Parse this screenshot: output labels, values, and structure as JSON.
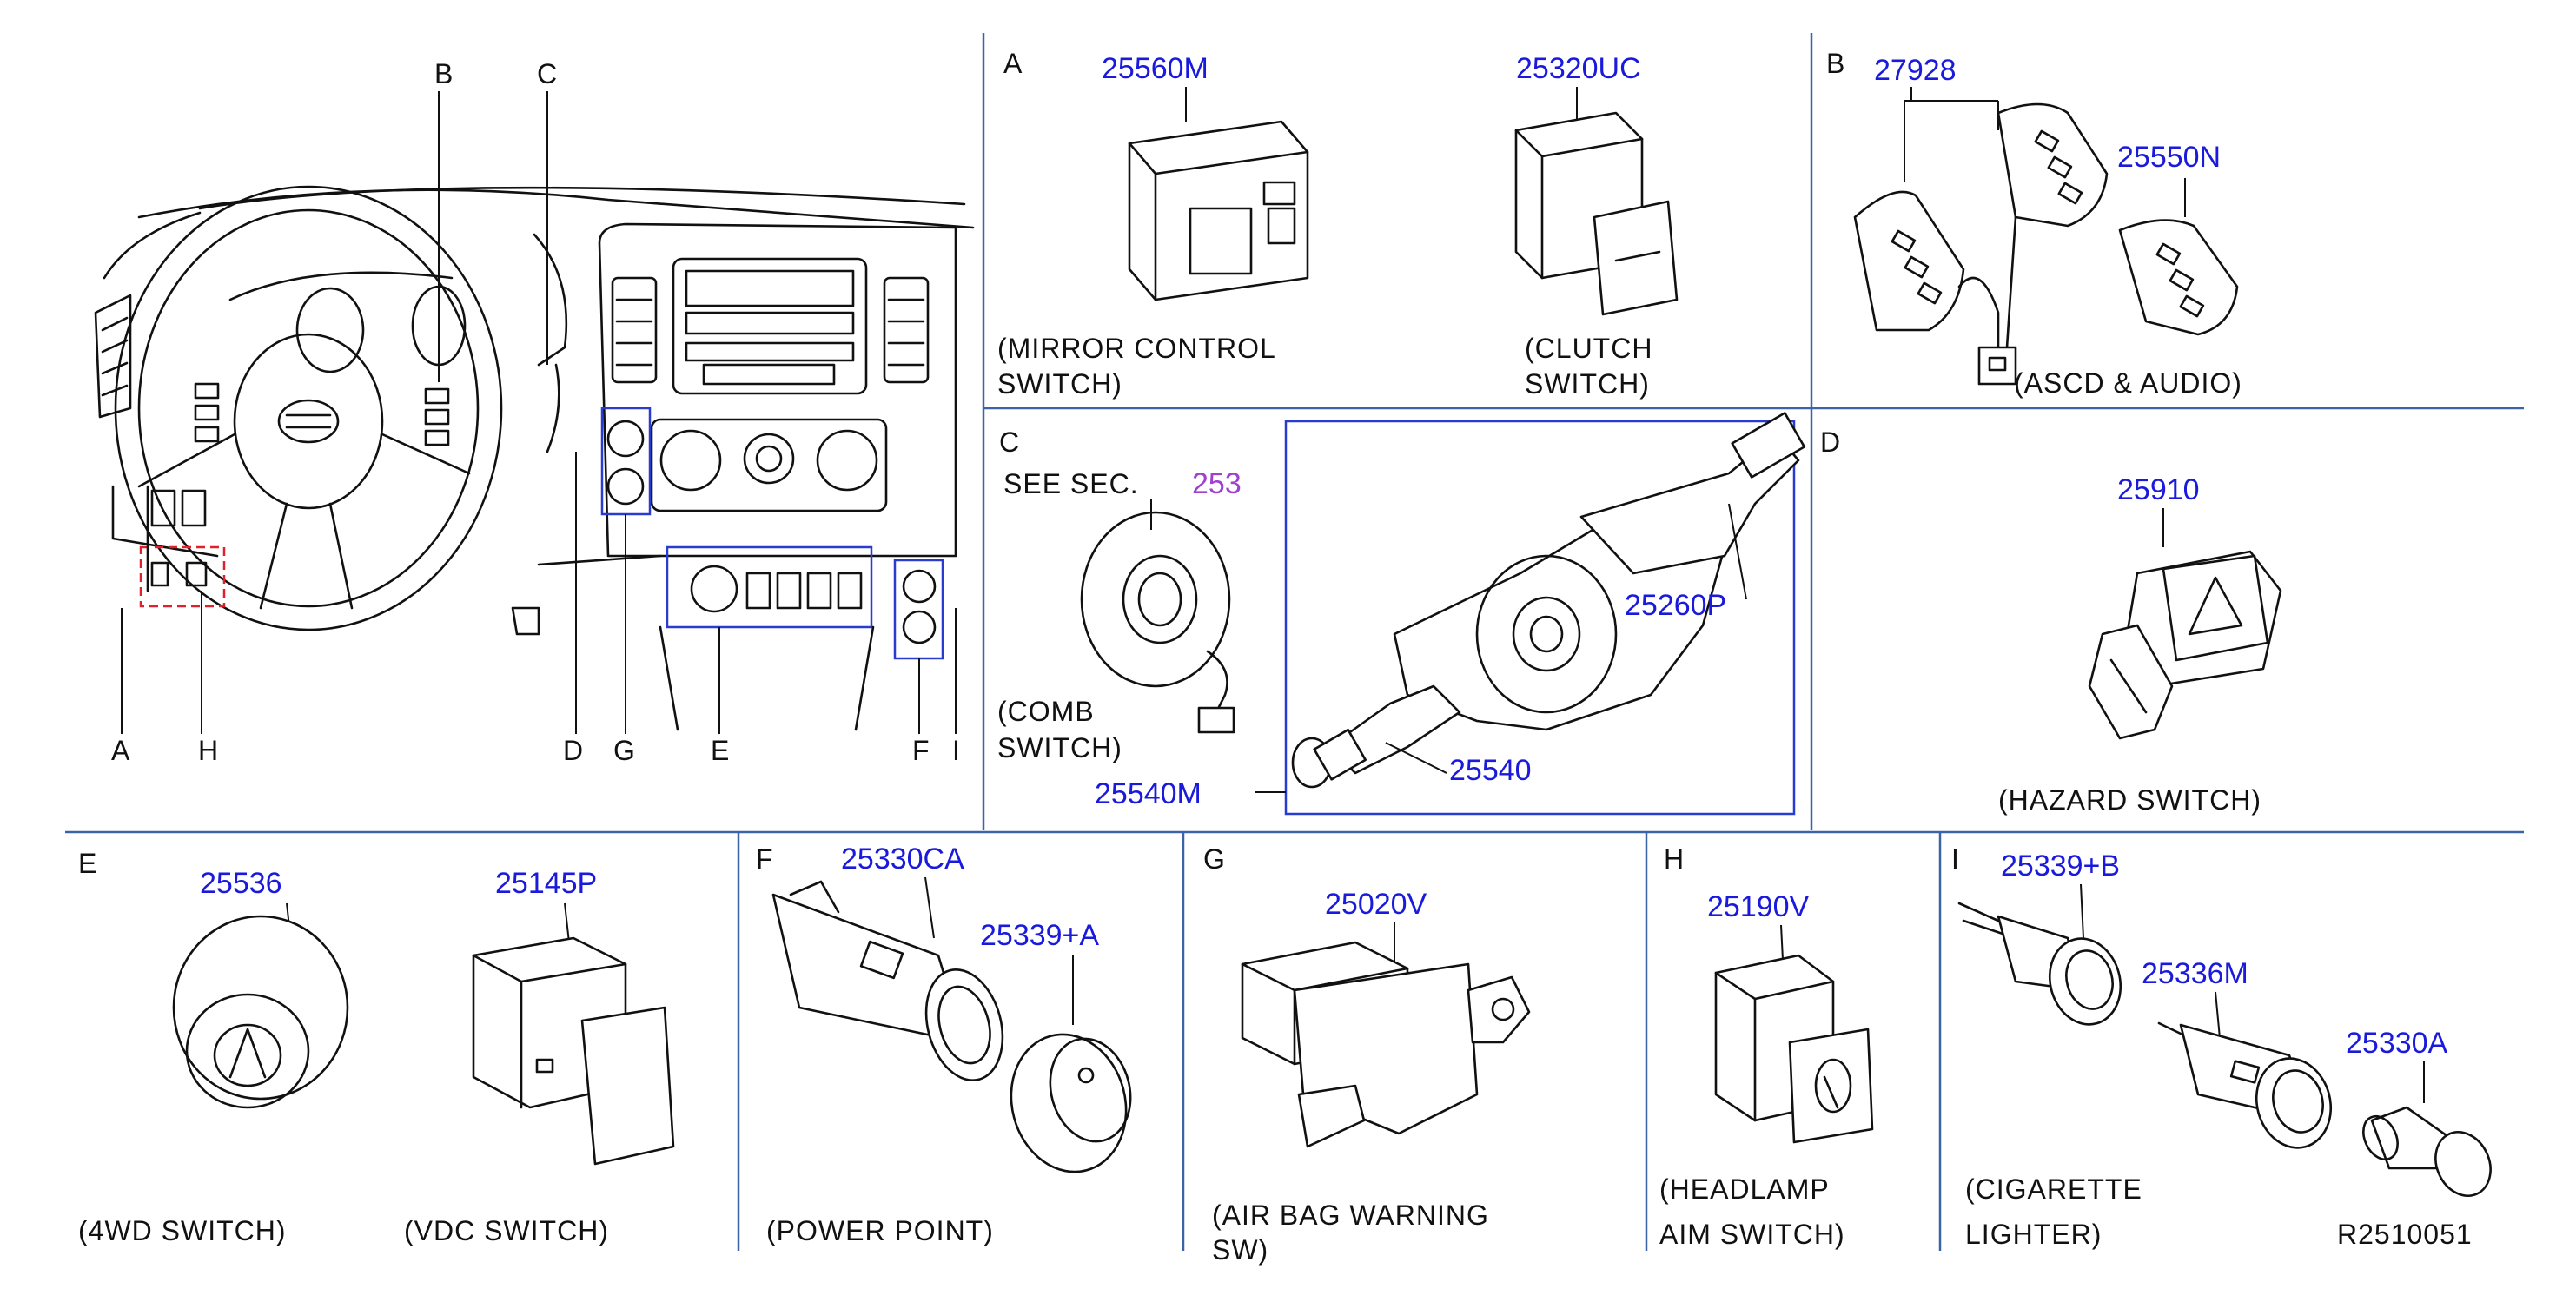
{
  "dashboard": {
    "letters": [
      "B",
      "C",
      "A",
      "H",
      "D",
      "G",
      "E",
      "F",
      "I"
    ]
  },
  "panels": {
    "A": {
      "letter": "A",
      "parts": [
        "25560M",
        "25320UC"
      ],
      "captions": {
        "mirror_1": "(MIRROR   CONTROL",
        "mirror_2": "SWITCH)",
        "clutch_1": "(CLUTCH",
        "clutch_2": "SWITCH)"
      }
    },
    "B": {
      "letter": "B",
      "parts": [
        "27928",
        "25550N"
      ],
      "caption": "(ASCD  &  AUDIO)"
    },
    "C": {
      "letter": "C",
      "see_sec": "SEE   SEC.",
      "sec_ref": "253",
      "parts": [
        "25260P",
        "25540",
        "25540M"
      ],
      "caption_1": "(COMB",
      "caption_2": "SWITCH)"
    },
    "D": {
      "letter": "D",
      "parts": [
        "25910"
      ],
      "caption": "(HAZARD   SWITCH)"
    },
    "E": {
      "letter": "E",
      "parts": [
        "25536",
        "25145P"
      ],
      "captions": {
        "fourwd": "(4WD   SWITCH)",
        "vdc": "(VDC   SWITCH)"
      }
    },
    "F": {
      "letter": "F",
      "parts": [
        "25330CA",
        "25339+A"
      ],
      "caption": "(POWER   POINT)"
    },
    "G": {
      "letter": "G",
      "parts": [
        "25020V"
      ],
      "caption_1": "(AIR   BAG   WARNING",
      "caption_2": "SW)"
    },
    "H": {
      "letter": "H",
      "parts": [
        "25190V"
      ],
      "caption_1": "(HEADLAMP",
      "caption_2": "AIM   SWITCH)"
    },
    "I": {
      "letter": "I",
      "parts": [
        "25339+B",
        "25336M",
        "25330A"
      ],
      "caption_1": "(CIGARETTE",
      "caption_2": "LIGHTER)"
    }
  },
  "reference": "R2510051",
  "colors": {
    "part_number": "#1a1adc",
    "section_ref": "#a040d0",
    "grid": "#3a63a8",
    "art": "#111111",
    "highlight": "#e0202a"
  }
}
